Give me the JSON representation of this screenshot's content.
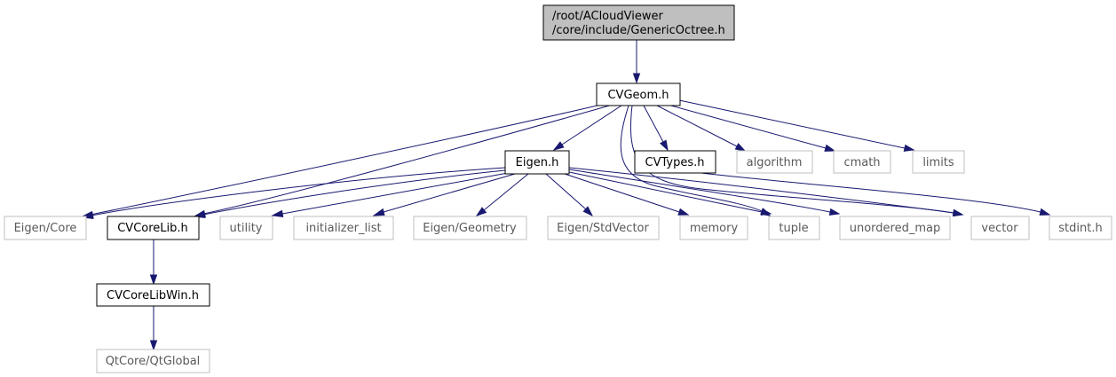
{
  "diagram": {
    "root": {
      "line1": "/root/ACloudViewer",
      "line2": "/core/include/GenericOctree.h"
    },
    "nodes": {
      "cvgeom": "CVGeom.h",
      "eigen": "Eigen.h",
      "cvtypes": "CVTypes.h",
      "algorithm": "algorithm",
      "cmath": "cmath",
      "limits": "limits",
      "eigen_core": "Eigen/Core",
      "cvcorelib": "CVCoreLib.h",
      "utility": "utility",
      "initializer_list": "initializer_list",
      "eigen_geometry": "Eigen/Geometry",
      "eigen_stdvector": "Eigen/StdVector",
      "memory": "memory",
      "tuple": "tuple",
      "unordered_map": "unordered_map",
      "vector": "vector",
      "stdint": "stdint.h",
      "cvcorelibwin": "CVCoreLibWin.h",
      "qtglobal": "QtCore/QtGlobal"
    },
    "colors": {
      "edge": "#191970",
      "root_fill": "#bfbfbf",
      "external_border": "#bfbfbf",
      "external_text": "#595959"
    }
  }
}
